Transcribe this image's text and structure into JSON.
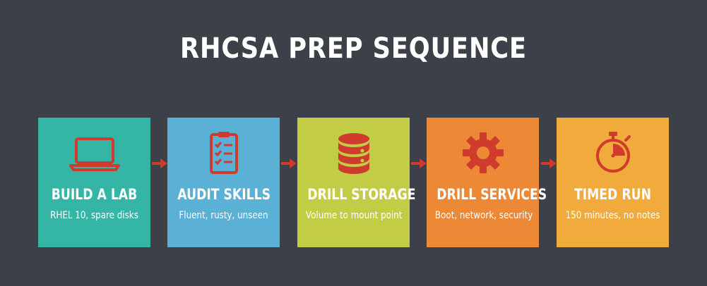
{
  "title": "RHCSA PREP SEQUENCE",
  "colors": {
    "background": "#3c4149",
    "icon": "#cf3b2c",
    "arrow": "#cf3b2c"
  },
  "steps": [
    {
      "label": "BUILD A LAB",
      "sub": "RHEL 10, spare disks",
      "color": "#35b5a5",
      "icon": "laptop-icon"
    },
    {
      "label": "AUDIT SKILLS",
      "sub": "Fluent, rusty, unseen",
      "color": "#5bb0d6",
      "icon": "clipboard-checklist-icon"
    },
    {
      "label": "DRILL STORAGE",
      "sub": "Volume to mount point",
      "color": "#c3cc45",
      "icon": "database-icon"
    },
    {
      "label": "DRILL SERVICES",
      "sub": "Boot, network, security",
      "color": "#ec8836",
      "icon": "gear-icon"
    },
    {
      "label": "TIMED RUN",
      "sub": "150 minutes, no notes",
      "color": "#f0ab3c",
      "icon": "stopwatch-icon"
    }
  ]
}
